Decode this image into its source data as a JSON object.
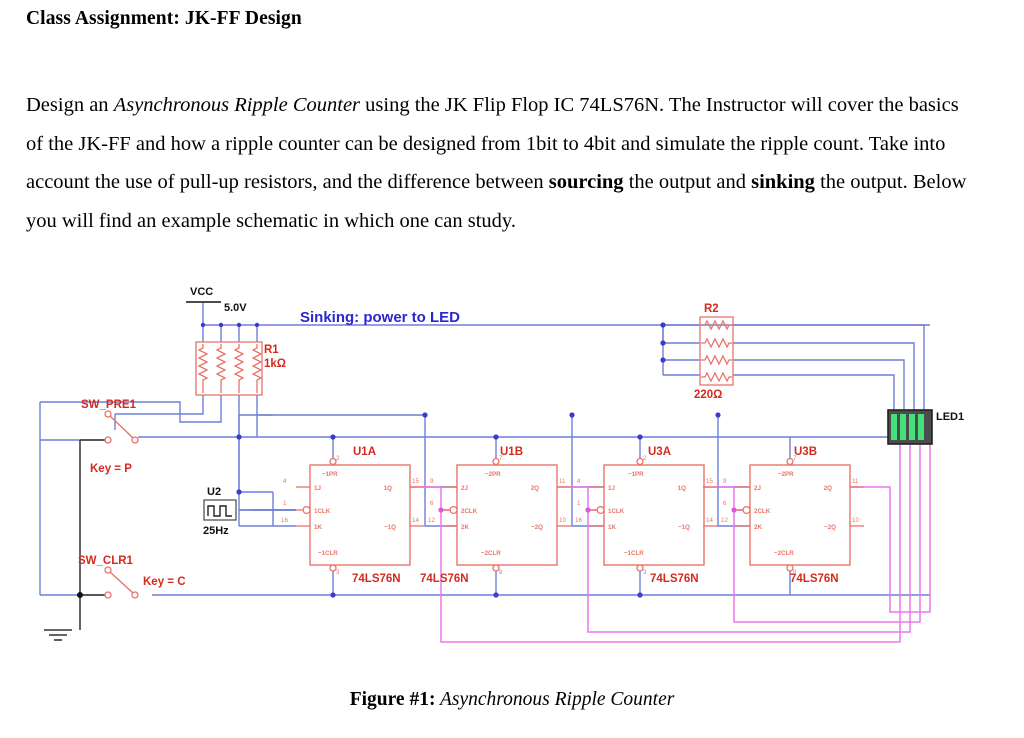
{
  "document": {
    "title": "Class Assignment: JK-FF Design",
    "paragraph": {
      "seg1": "Design an ",
      "em1": "Asynchronous Ripple Counter",
      "seg2": " using the JK Flip Flop IC 74LS76N. The Instructor will cover the basics of the JK-FF and how a ripple counter can be designed from 1bit to 4bit and simulate the ripple count. Take into account the use of pull-up resistors, and the difference between ",
      "strong1": "sourcing",
      "seg3": " the output and ",
      "strong2": "sinking",
      "seg4": " the output. Below you will find an example schematic in which one can study."
    },
    "figure_caption": {
      "lead": "Figure #1:",
      "body": " Asynchronous Ripple Counter"
    }
  },
  "schematic": {
    "annotation": "Sinking: power to LED",
    "power": {
      "vcc_label": "VCC",
      "voltage": "5.0V"
    },
    "resistors": [
      {
        "ref": "R1",
        "value": "1kΩ",
        "count": 4,
        "orientation": "vertical"
      },
      {
        "ref": "R2",
        "value": "220Ω",
        "count": 4,
        "orientation": "horizontal"
      }
    ],
    "clock": {
      "ref": "U2",
      "frequency": "25Hz",
      "icon": "square-wave-icon"
    },
    "switches": [
      {
        "ref": "SW_PRE1",
        "key_label": "Key = P"
      },
      {
        "ref": "SW_CLR1",
        "key_label": "Key = C"
      }
    ],
    "led": {
      "ref": "LED1",
      "segments": 4,
      "color": "#44e07a"
    },
    "ics": [
      {
        "ref": "U1A",
        "part": "74LS76N",
        "pins": {
          "pr": {
            "num": "2",
            "label": "~1PR"
          },
          "j": {
            "num": "4",
            "label": "1J"
          },
          "clk": {
            "num": "1",
            "label": "1CLK"
          },
          "k": {
            "num": "16",
            "label": "1K"
          },
          "q": {
            "num": "15",
            "label": "1Q"
          },
          "qn": {
            "num": "14",
            "label": "~1Q"
          },
          "clr": {
            "num": "3",
            "label": "~1CLR"
          }
        }
      },
      {
        "ref": "U1B",
        "part": "74LS76N",
        "pins": {
          "pr": {
            "num": "7",
            "label": "~2PR"
          },
          "j": {
            "num": "9",
            "label": "2J"
          },
          "clk": {
            "num": "6",
            "label": "2CLK"
          },
          "k": {
            "num": "12",
            "label": "2K"
          },
          "q": {
            "num": "11",
            "label": "2Q"
          },
          "qn": {
            "num": "10",
            "label": "~2Q"
          },
          "clr": {
            "num": "8",
            "label": "~2CLR"
          }
        }
      },
      {
        "ref": "U3A",
        "part": "74LS76N",
        "pins": {
          "pr": {
            "num": "2",
            "label": "~1PR"
          },
          "j": {
            "num": "4",
            "label": "1J"
          },
          "clk": {
            "num": "1",
            "label": "1CLK"
          },
          "k": {
            "num": "16",
            "label": "1K"
          },
          "q": {
            "num": "15",
            "label": "1Q"
          },
          "qn": {
            "num": "14",
            "label": "~1Q"
          },
          "clr": {
            "num": "3",
            "label": "~1CLR"
          }
        }
      },
      {
        "ref": "U3B",
        "part": "74LS76N",
        "pins": {
          "pr": {
            "num": "7",
            "label": "~2PR"
          },
          "j": {
            "num": "9",
            "label": "2J"
          },
          "clk": {
            "num": "6",
            "label": "2CLK"
          },
          "k": {
            "num": "12",
            "label": "2K"
          },
          "q": {
            "num": "11",
            "label": "2Q"
          },
          "qn": {
            "num": "10",
            "label": "~2Q"
          },
          "clr": {
            "num": "8",
            "label": "~2CLR"
          }
        }
      }
    ],
    "colors": {
      "wire_blue": "#6f7fd8",
      "wire_magenta": "#f07ff0",
      "wire_black": "#333333",
      "component_red": "#e8746a",
      "label_red": "#d42b20",
      "annotation_blue": "#2a28cc"
    }
  }
}
